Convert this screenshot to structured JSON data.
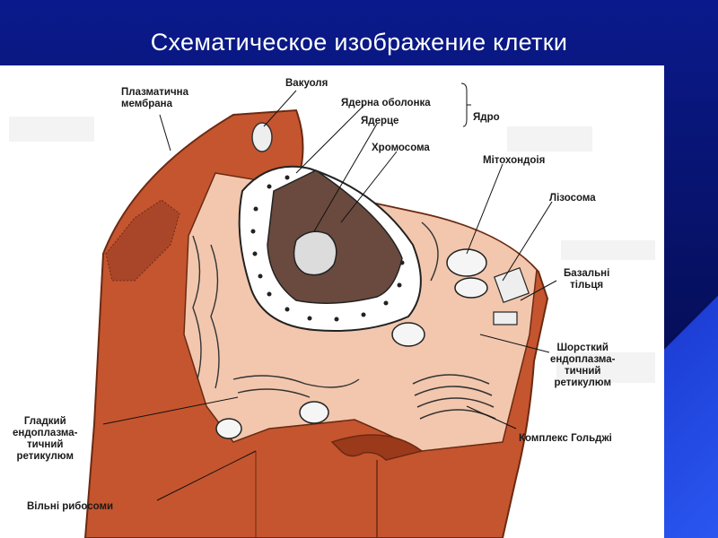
{
  "title": "Схематическое изображение клетки",
  "labels": {
    "plasma_membrane": [
      "Плазматична",
      "мембрана"
    ],
    "vacuole": "Вакуоля",
    "nuclear_envelope": "Ядерна оболонка",
    "nucleolus": "Ядерце",
    "nucleus": "Ядро",
    "chromosome": "Хромосома",
    "mitochondrion": "Мітохондоія",
    "lysosome": "Лізосома",
    "basal_bodies": [
      "Базальні",
      "тільця"
    ],
    "rough_er": [
      "Шорсткий",
      "ендоплазма-",
      "тичний",
      "ретикулюм"
    ],
    "smooth_er": [
      "Гладкий",
      "ендоплазма-",
      "тичний",
      "ретикулюм"
    ],
    "golgi": "Комплекс Гольджі",
    "free_ribosomes": "Вільні рибосоми"
  },
  "colors": {
    "background": "#0a1a8c",
    "membrane": "#c5552f",
    "membrane_dark": "#9a3a1b",
    "cytoplasm": "#f2c7ae",
    "panel": "#ffffff"
  }
}
